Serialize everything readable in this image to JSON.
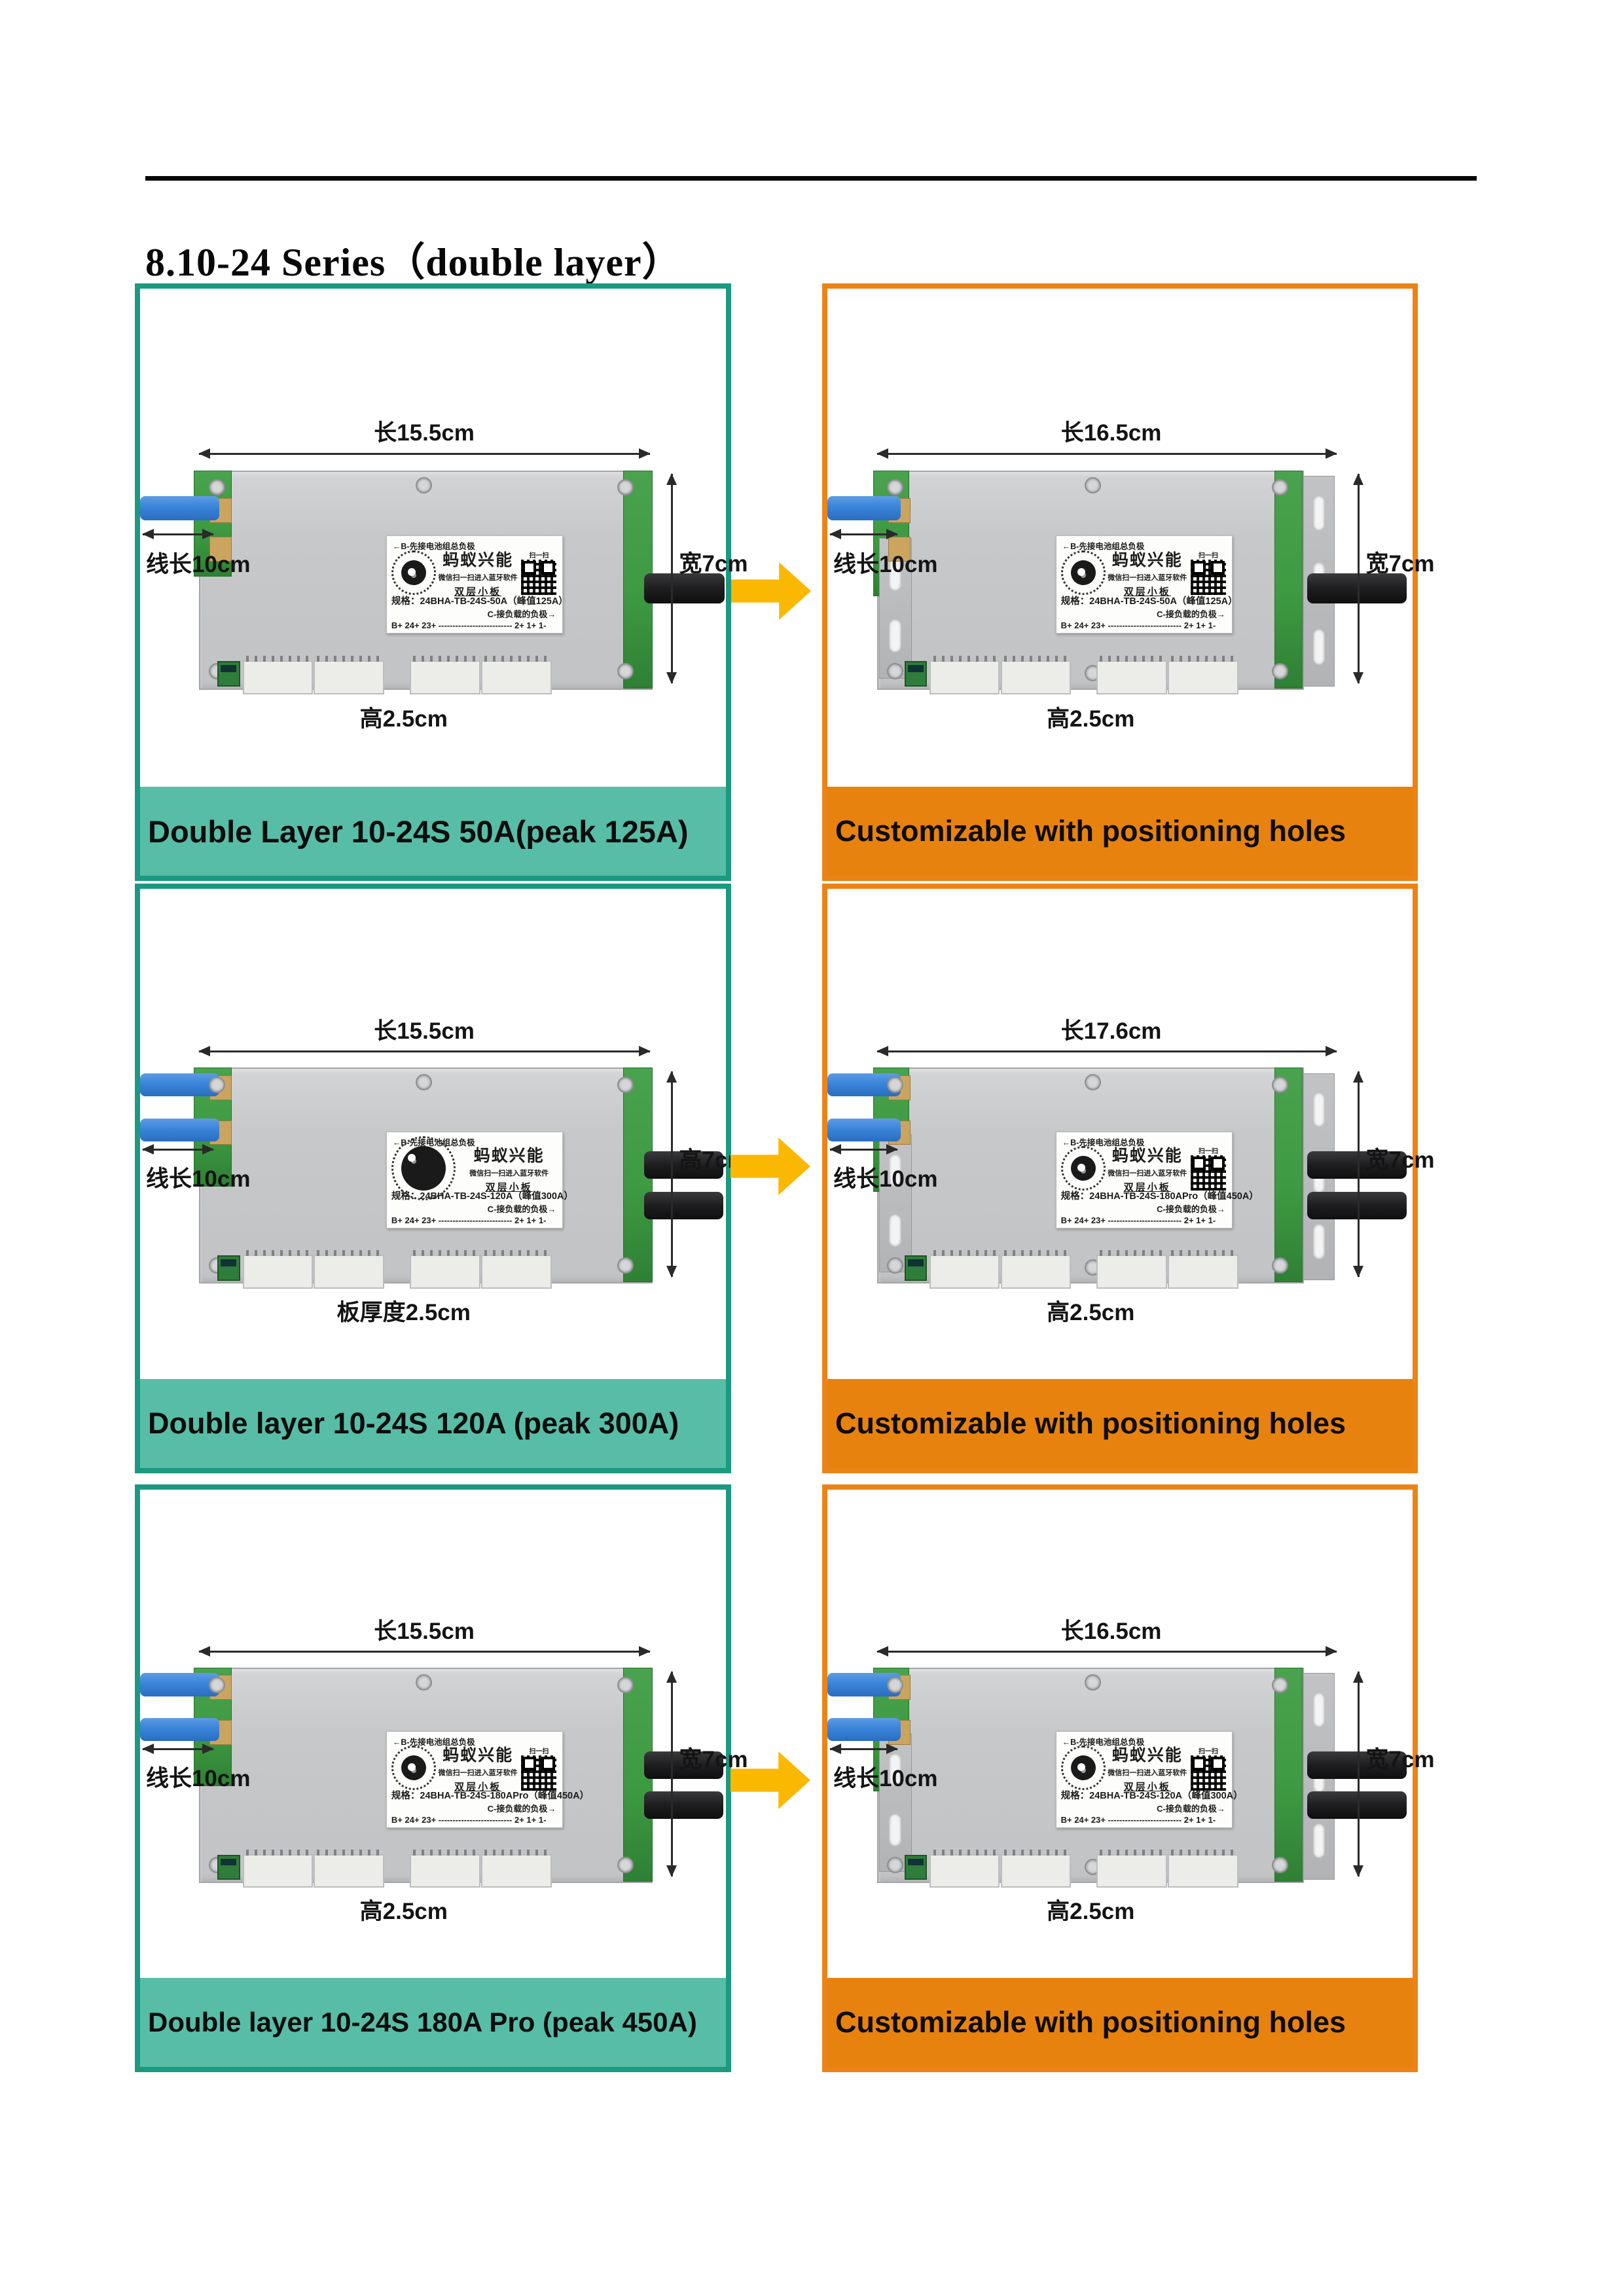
{
  "page": {
    "title": "8.10-24 Series（double layer）"
  },
  "shared": {
    "brand": "蚂蚁兴能",
    "label_top": "←B-先接电池组总负极",
    "label_scan": "微信扫一扫进入蓝牙软件",
    "label_type": "双层小板",
    "spec_prefix": "规格：",
    "label_load": "C-接负载的负极→",
    "label_pins": "B+ 24+ 23+ -------------------------- 2+ 1+ 1-",
    "qr_caption": "扫一扫"
  },
  "panels": [
    {
      "caption": "Double Layer 10-24S 50A(peak 125A)",
      "model": "24BHA-TB-24S-50A（峰值125A）",
      "dims": {
        "top": "长15.5cm",
        "left": "线长10cm",
        "right": "宽7cm",
        "bottom": "高2.5cm"
      }
    },
    {
      "caption": "Customizable with positioning holes",
      "model": "24BHA-TB-24S-50A（峰值125A）",
      "dims": {
        "top": "长16.5cm",
        "left": "线长10cm",
        "right": "宽7cm",
        "bottom": "高2.5cm"
      }
    },
    {
      "caption": "Double layer 10-24S 120A (peak 300A)",
      "model": "24BHA-TB-24S-120A（峰值300A）",
      "dims": {
        "top": "长15.5cm",
        "left": "线长10cm",
        "right": "高7cm",
        "bottom": "板厚度2.5cm"
      }
    },
    {
      "caption": "Customizable with positioning holes",
      "model": "24BHA-TB-24S-180APro（峰值450A）",
      "dims": {
        "top": "长17.6cm",
        "left": "线长10cm",
        "right": "宽7cm",
        "bottom": "高2.5cm"
      }
    },
    {
      "caption": "Double layer 10-24S 180A Pro (peak 450A)",
      "model": "24BHA-TB-24S-180APro（峰值450A）",
      "dims": {
        "top": "长15.5cm",
        "left": "线长10cm",
        "right": "宽7cm",
        "bottom": "高2.5cm"
      }
    },
    {
      "caption": "Customizable with positioning holes",
      "model": "24BHA-TB-24S-120A（峰值300A）",
      "dims": {
        "top": "长16.5cm",
        "left": "线长10cm",
        "right": "宽7cm",
        "bottom": "高2.5cm"
      }
    }
  ],
  "colors": {
    "teal_border": "#1b9981",
    "teal_caption": "#58bda6",
    "orange_border": "#ec8316",
    "orange_caption": "#e8820e",
    "arrow_yellow": "#fbb800",
    "wire_blue": "#3a84da",
    "pcb_green": "#3e9b42",
    "cable_black": "#1e1e20"
  }
}
